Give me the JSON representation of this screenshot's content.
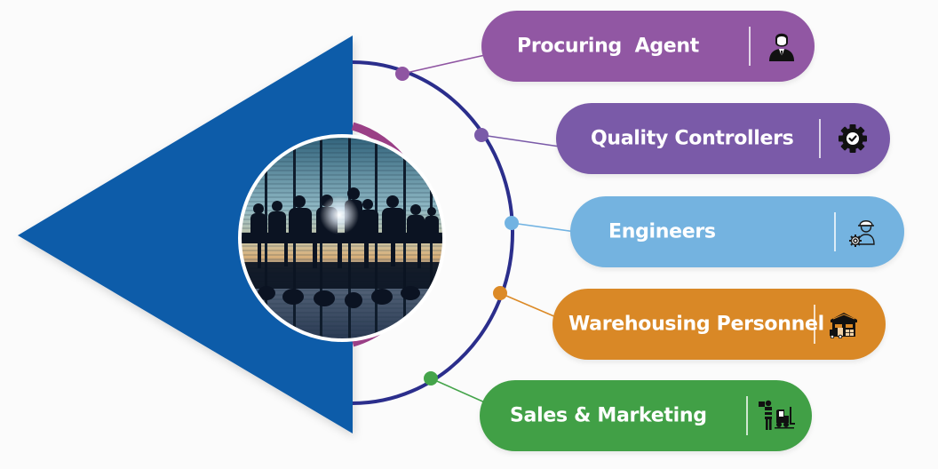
{
  "diagram": {
    "center_image": {
      "description": "silhouettes of business people around a conference table against a window at sunset",
      "name": "meeting-photo"
    },
    "items": [
      {
        "label": "Procuring  Agent",
        "icon": "businessman-icon",
        "color": "#9157a3",
        "dot_color": "#8f55a2"
      },
      {
        "label": "Quality Controllers",
        "icon": "gear-check-icon",
        "color": "#7a5aa8",
        "dot_color": "#7a5aa8"
      },
      {
        "label": "Engineers",
        "icon": "engineer-gear-icon",
        "color": "#74b3e0",
        "dot_color": "#72b3e2"
      },
      {
        "label": "Warehousing Personnel",
        "icon": "warehouse-icon",
        "color": "#d98826",
        "dot_color": "#dc8a26"
      },
      {
        "label": "Sales & Marketing",
        "icon": "forklift-worker-icon",
        "color": "#41a046",
        "dot_color": "#44a44a"
      }
    ],
    "colors": {
      "triangle": "#115ba9",
      "orbit": "#2b2e8c",
      "inner_ring": "#9a3f86",
      "background": "#fbfbfb"
    }
  }
}
